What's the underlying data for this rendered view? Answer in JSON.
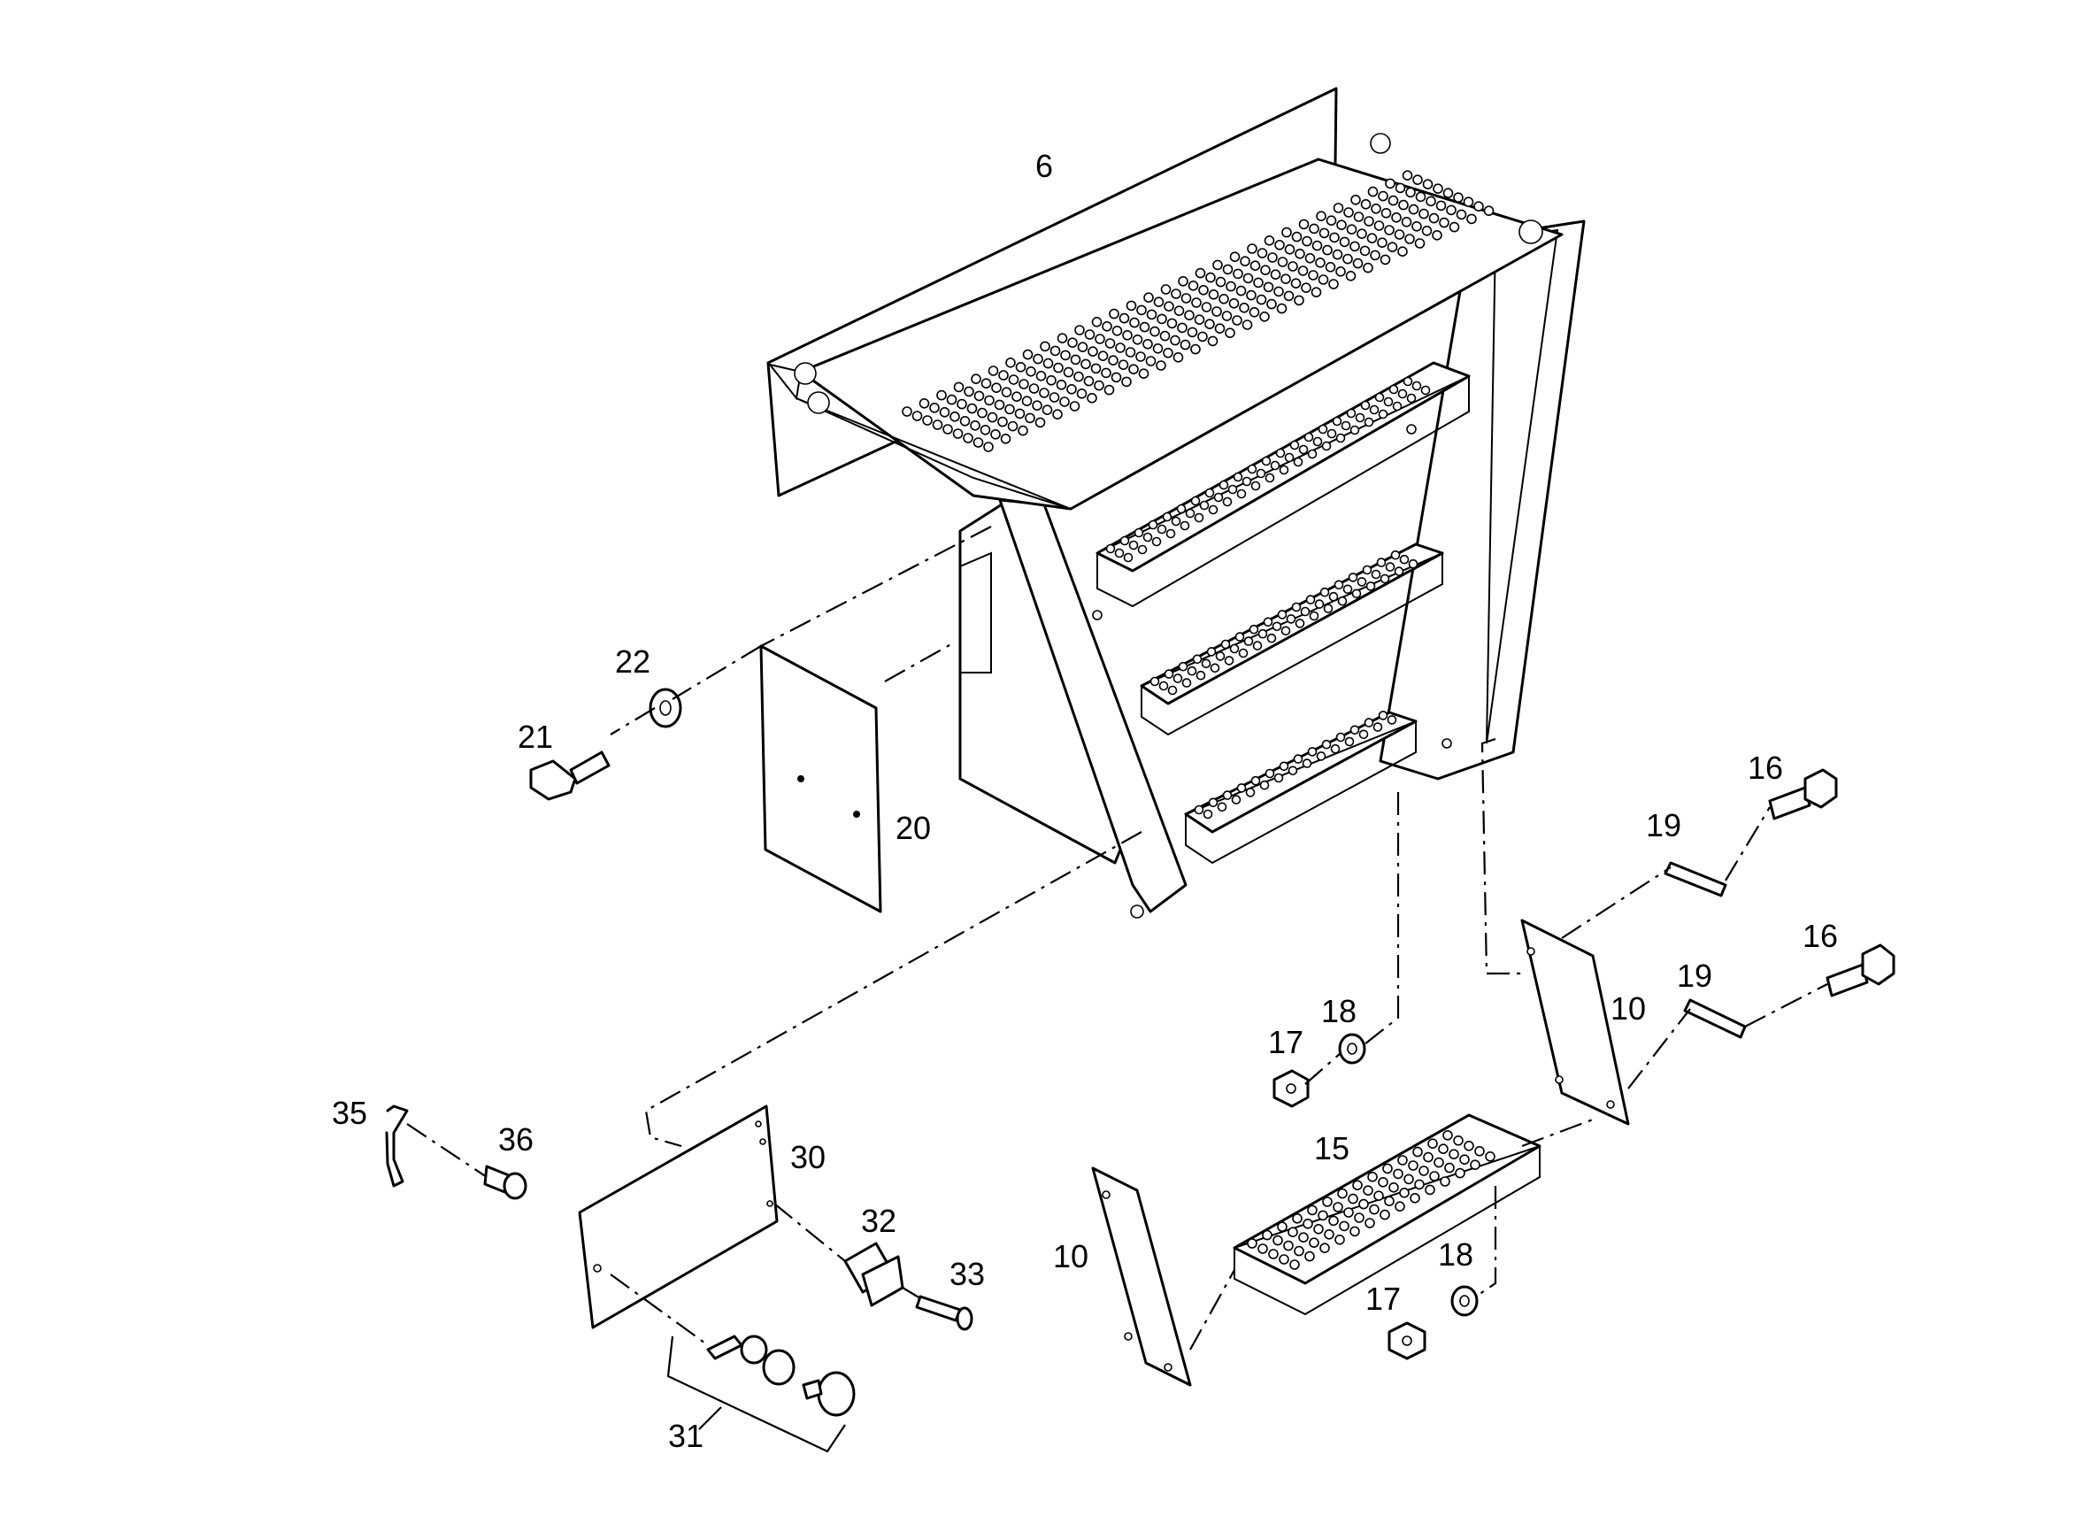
{
  "callouts": {
    "c6": "6",
    "c10a": "10",
    "c10b": "10",
    "c15": "15",
    "c16a": "16",
    "c16b": "16",
    "c17a": "17",
    "c17b": "17",
    "c18a": "18",
    "c18b": "18",
    "c19a": "19",
    "c19b": "19",
    "c20": "20",
    "c21": "21",
    "c22": "22",
    "c30": "30",
    "c31": "31",
    "c32": "32",
    "c33": "33",
    "c35": "35",
    "c36": "36"
  },
  "colors": {
    "ink": "#000000",
    "paper": "#ffffff"
  }
}
